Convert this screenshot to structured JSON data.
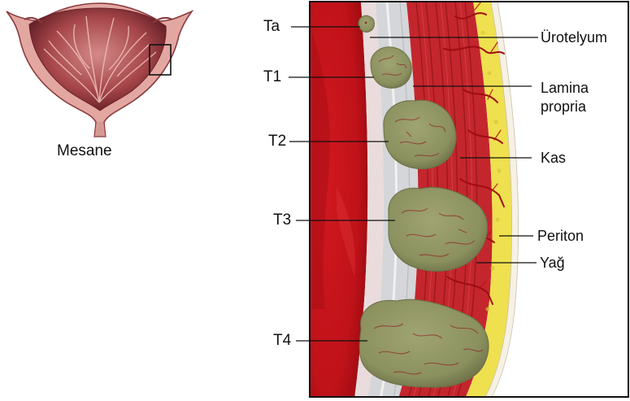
{
  "bladder": {
    "label": "Mesane"
  },
  "stages": [
    {
      "id": "ta",
      "label": "Ta"
    },
    {
      "id": "t1",
      "label": "T1"
    },
    {
      "id": "t2",
      "label": "T2"
    },
    {
      "id": "t3",
      "label": "T3"
    },
    {
      "id": "t4",
      "label": "T4"
    }
  ],
  "layers": [
    {
      "id": "urotelyum",
      "label": "Ürotelyum"
    },
    {
      "id": "lamina-propria",
      "label": "Lamina\npropria"
    },
    {
      "id": "kas",
      "label": "Kas"
    },
    {
      "id": "periton",
      "label": "Periton"
    },
    {
      "id": "yag",
      "label": "Yağ"
    }
  ],
  "colors": {
    "lumen": "#c8161d",
    "urothelium": "#e8dcdc",
    "lamina_propria": "#d6d9dc",
    "muscle": "#c5282e",
    "fat": "#f2e45a",
    "peritoneum": "#f6f2ea",
    "tumor": "#8f9663",
    "frame": "#111111"
  }
}
